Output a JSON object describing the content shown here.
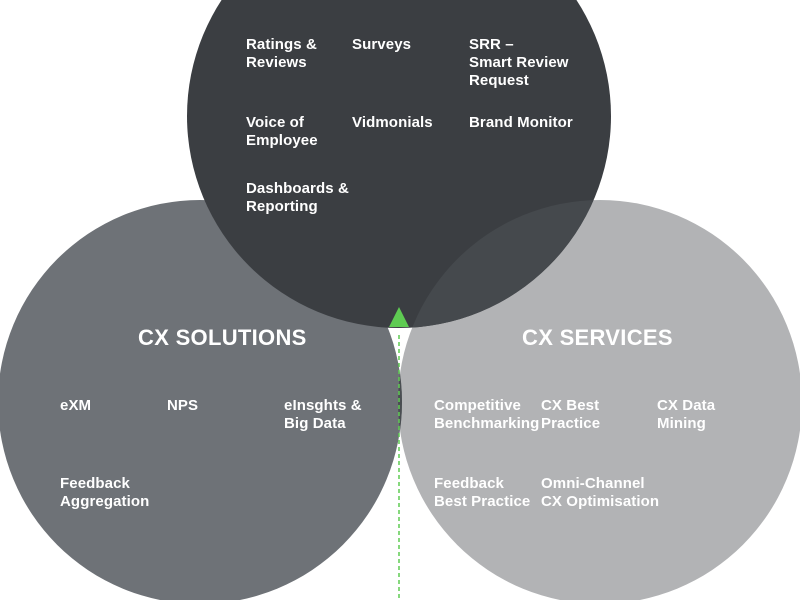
{
  "top_circle": {
    "items": [
      "Ratings &\nReviews",
      "Surveys",
      "SRR –\nSmart Review\nRequest",
      "Voice of\nEmployee",
      "Vidmonials",
      "Brand Monitor",
      "Dashboards &\nReporting"
    ]
  },
  "left_circle": {
    "title": "CX SOLUTIONS",
    "items": [
      "eXM",
      "NPS",
      "eInsghts &\nBig Data",
      "Feedback\nAggregation"
    ]
  },
  "right_circle": {
    "title": "CX SERVICES",
    "items": [
      "Competitive\nBenchmarking",
      "CX Best\nPractice",
      "CX Data\nMining",
      "Feedback\nBest Practice",
      "Omni-Channel\nCX Optimisation"
    ]
  },
  "colors": {
    "top_circle": "#3b3e42",
    "left_circle": "#6e7277",
    "right_circle": "#b2b3b5",
    "overlap": "#4a4e52",
    "accent_green": "#5ecb52",
    "label_text": "#ffffff"
  },
  "icons": {
    "center_marker": "triangle-up-icon"
  }
}
